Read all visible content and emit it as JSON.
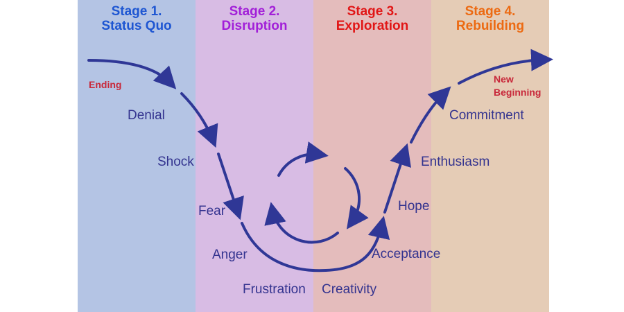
{
  "stages": [
    {
      "number": "Stage 1.",
      "name": "Status Quo",
      "color": "#1e56d2",
      "bg": "#b4c4e4"
    },
    {
      "number": "Stage 2.",
      "name": "Disruption",
      "color": "#a21fd8",
      "bg": "#d8bce4"
    },
    {
      "number": "Stage 3.",
      "name": "Exploration",
      "color": "#e11616",
      "bg": "#e4bcbc"
    },
    {
      "number": "Stage 4.",
      "name": "Rebuilding",
      "color": "#ec6a12",
      "bg": "#e5ccb6"
    }
  ],
  "labels": {
    "ending": "Ending",
    "denial": "Denial",
    "shock": "Shock",
    "fear": "Fear",
    "anger": "Anger",
    "frustration": "Frustration",
    "creativity": "Creativity",
    "acceptance": "Acceptance",
    "hope": "Hope",
    "enthusiasm": "Enthusiasm",
    "commitment": "Commitment",
    "new_beginning_line1": "New",
    "new_beginning_line2": "Beginning"
  },
  "colors": {
    "curve": "#2f3796",
    "label_text": "#33338f",
    "highlight_text": "#c8283a"
  }
}
